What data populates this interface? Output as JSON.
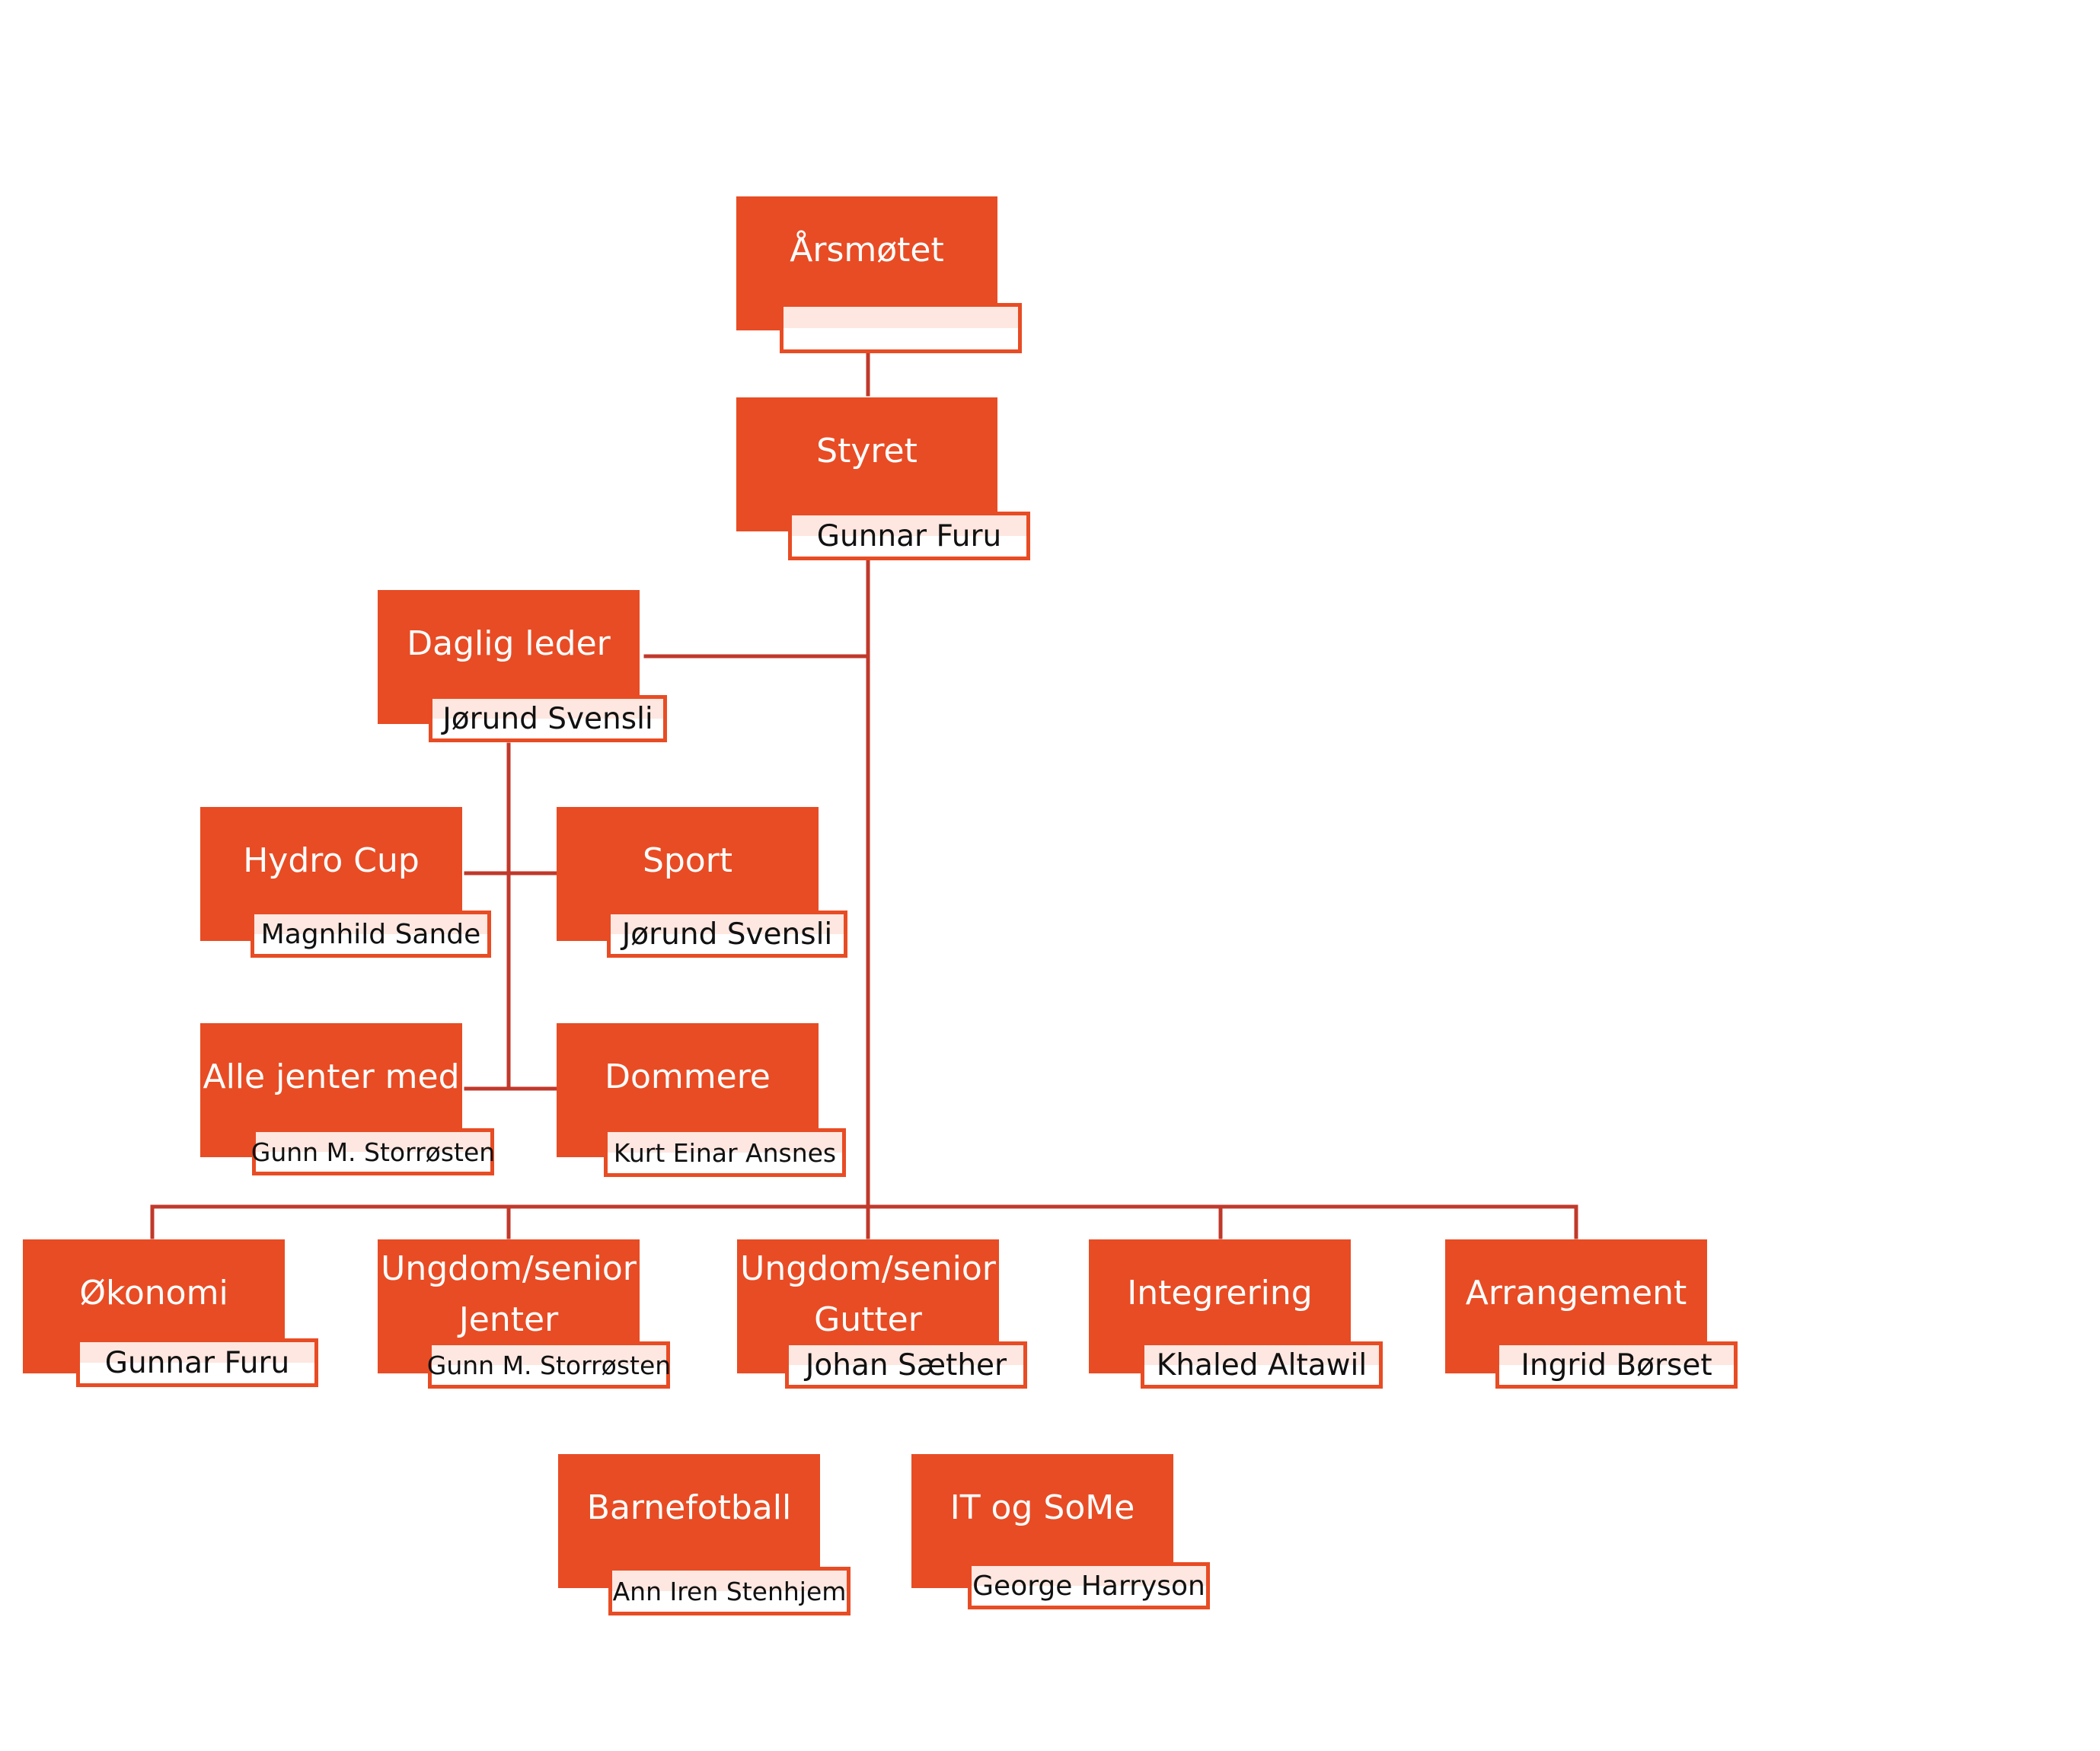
{
  "nodes": {
    "arsmotet": {
      "title": "Årsmøtet",
      "person": ""
    },
    "styret": {
      "title": "Styret",
      "person": "Gunnar Furu"
    },
    "daglig_leder": {
      "title": "Daglig leder",
      "person": "Jørund Svensli"
    },
    "hydro_cup": {
      "title": "Hydro Cup",
      "person": "Magnhild Sande"
    },
    "sport": {
      "title": "Sport",
      "person": "Jørund Svensli"
    },
    "alle_jenter_med": {
      "title": "Alle jenter med",
      "person": "Gunn M. Storrøsten"
    },
    "dommere": {
      "title": "Dommere",
      "person": "Kurt Einar Ansnes"
    },
    "okonomi": {
      "title": "Økonomi",
      "person": "Gunnar Furu"
    },
    "ungdom_jenter": {
      "title": "Ungdom/senior",
      "title2": "Jenter",
      "person": "Gunn M. Storrøsten"
    },
    "ungdom_gutter": {
      "title": "Ungdom/senior",
      "title2": "Gutter",
      "person": "Johan Sæther"
    },
    "integrering": {
      "title": "Integrering",
      "person": "Khaled Altawil"
    },
    "arrangement": {
      "title": "Arrangement",
      "person": "Ingrid Børset"
    },
    "barnefotball": {
      "title": "Barnefotball",
      "person": "Ann Iren Stenhjem"
    },
    "it_some": {
      "title": "IT og SoMe",
      "person": "George Harryson"
    }
  },
  "colors": {
    "box": "#e84c24",
    "line": "#c0392b",
    "label_fill": "#fde7e0"
  }
}
